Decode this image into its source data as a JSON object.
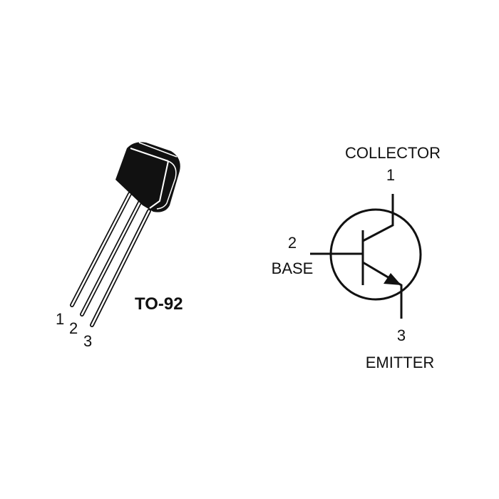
{
  "package": {
    "name": "TO-92",
    "pin_labels": [
      "1",
      "2",
      "3"
    ]
  },
  "symbol": {
    "type": "NPN transistor",
    "collector": {
      "label": "COLLECTOR",
      "pin": "1"
    },
    "base": {
      "label": "BASE",
      "pin": "2"
    },
    "emitter": {
      "label": "EMITTER",
      "pin": "3"
    }
  },
  "colors": {
    "ink": "#111111",
    "background": "#ffffff"
  }
}
